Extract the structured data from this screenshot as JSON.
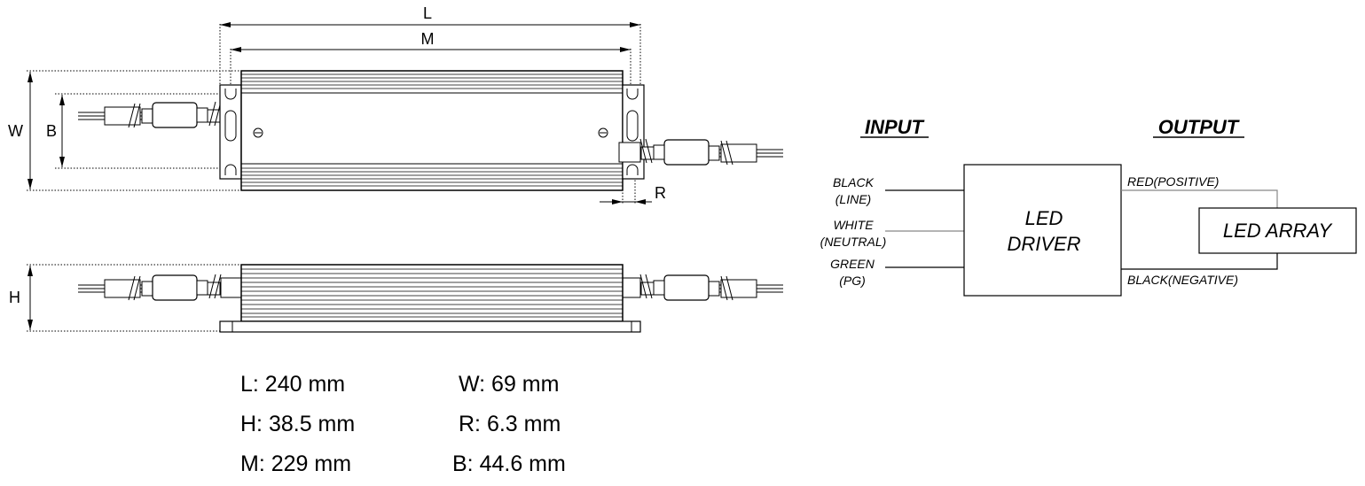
{
  "dimension_labels": {
    "length": "L",
    "mounting": "M",
    "width": "W",
    "bracket": "B",
    "height": "H",
    "radius": "R"
  },
  "specs": {
    "L": "L: 240 mm",
    "H": "H: 38.5 mm",
    "M": "M: 229 mm",
    "W": "W: 69 mm",
    "R": "R: 6.3 mm",
    "B": "B: 44.6 mm"
  },
  "wiring": {
    "input_header": "INPUT",
    "output_header": "OUTPUT",
    "black_line": [
      "BLACK",
      "(LINE)"
    ],
    "white_neutral": [
      "WHITE",
      "(NEUTRAL)"
    ],
    "green_pg": [
      "GREEN",
      "(PG)"
    ],
    "driver": [
      "LED",
      "DRIVER"
    ],
    "red_positive": "RED(POSITIVE)",
    "black_negative": "BLACK(NEGATIVE)",
    "array": "LED ARRAY"
  }
}
